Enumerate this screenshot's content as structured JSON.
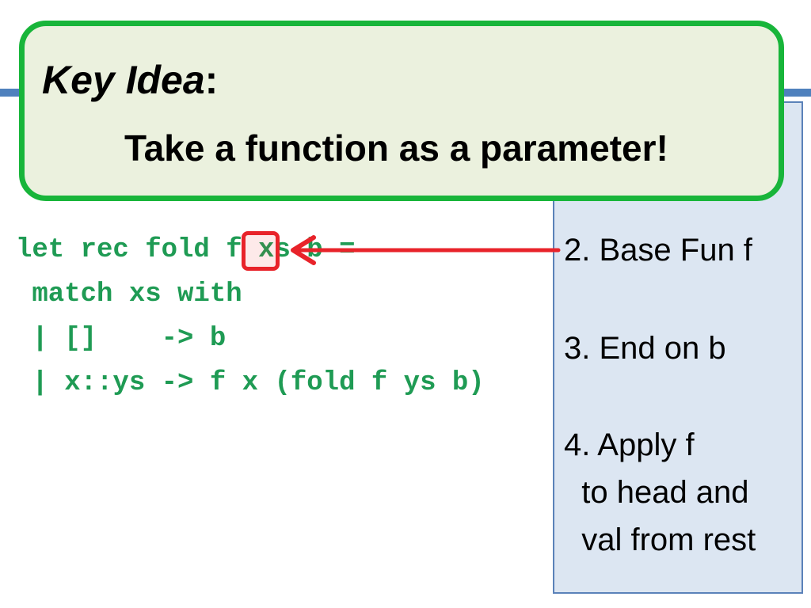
{
  "key_idea": {
    "label": "Key Idea",
    "colon": ":",
    "body": "Take a function as a parameter!"
  },
  "code": {
    "lines": [
      "let rec fold f xs b =",
      " match xs with",
      " | []    -> b",
      " | x::ys -> f x (fold f ys b)"
    ]
  },
  "side_panel": {
    "steps": [
      "2. Base Fun f",
      "3. End on b",
      "4. Apply f\n  to head and\n  val from rest"
    ]
  },
  "colors": {
    "accent_blue": "#4f81bd",
    "panel_fill": "#dce6f2",
    "key_box_fill": "#ebf1de",
    "key_box_border": "#18b53a",
    "code_green": "#1f9b54",
    "highlight_red": "#e8232a"
  }
}
